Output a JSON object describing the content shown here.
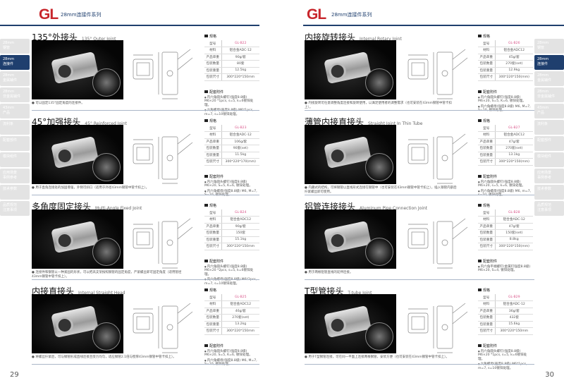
{
  "header": {
    "logo": "GL",
    "series": "28mm连接件系列"
  },
  "tabs": [
    {
      "line1": "28mm",
      "line2": "钢管"
    },
    {
      "line1": "28mm",
      "line2": "连接件",
      "active": true
    },
    {
      "line1": "28mm",
      "line2": "金属辅件"
    },
    {
      "line1": "28mm",
      "line2": "非金属辅件"
    },
    {
      "line1": "43mm",
      "line2": "产品"
    },
    {
      "line1": "流利条",
      "line2": ""
    },
    {
      "line1": "配套部件",
      "line2": ""
    },
    {
      "line1": "模块组件",
      "line2": ""
    },
    {
      "line1": "应用场景",
      "line2": "事例参考"
    },
    {
      "line1": "技术参数",
      "line2": ""
    },
    {
      "line1": "品质规范",
      "line2": "注意事项"
    }
  ],
  "spec_labels": {
    "heading": "规格",
    "accessories": "配套附件",
    "model": "型号",
    "material": "材料",
    "unit_weight": "产品单重",
    "pack_qty": "包装数量",
    "pack_weight": "包装重量",
    "pack_size": "包装尺寸"
  },
  "pages": [
    {
      "number": "29",
      "sections": [
        {
          "title": "135°外接头",
          "en": "135° Outer Joint",
          "caption": "可以固定135°固定角度的连接件。",
          "spec": [
            "GL-B22",
            "铝合金ADC-12",
            "90g/套",
            "80套",
            "12.5kg",
            "300*220*150mm"
          ],
          "acc": [
            "内六角圆头螺钉(强度8.8级) M6×20 *1pcs, s=5, k=6镀锌处理。",
            "六角螺母(强度8.8级) M6*1pcs, m=7, s=10镀锌处理。"
          ]
        },
        {
          "title": "45°加强接头",
          "en": "45° Reinforced Joint",
          "caption": "用于直角连接处的加固增强，外侧可斜口（适用于外径43mm钢管中管卡扣上）。",
          "spec": [
            "GL-B23",
            "铝合金ADC-12",
            "106g/套",
            "90套(set)",
            "11.5kg",
            "300*220*170(mm)"
          ],
          "acc": [
            "内六角圆头螺钉(强度8.8级) M6×20, S=5, K=6, 镀锌处理。",
            "内六角螺母(强度8.8级) M6, M=7, S=10, 镀锌处理。"
          ]
        },
        {
          "title": "多角度固定接头",
          "en": "Multi-Angle Fixed Joint",
          "caption": "连接件和钢管以一种紧固的形状，可以把高支架按照钢管的固定角度，严紧螺丝即可固定角度（适用管径43mm钢管中管卡扣上）。",
          "spec": [
            "GL-B24",
            "铝合金ADC12",
            "90g/套",
            "150套",
            "15.1kg",
            "300*220*150mm"
          ],
          "acc": [
            "内六角圆头螺钉(强度8.8级) M6×20 *2pcs, s=5, k=6镀锌处理。",
            "内六角螺母(强度8.8级) M6*2pcs, m=7, s=10镀锌处理。"
          ]
        },
        {
          "title": "内接直接头",
          "en": "Internal Straight Head",
          "caption": "将螺丝拧紧后，可与钢管形成直线连接且受力均匀，适应钢管2.1倍与壁厚43mm钢管中管卡扣上）。",
          "spec": [
            "GL-B25",
            "铝合金ADC12",
            "46g/套",
            "270套(set)",
            "13.2kg",
            "300*220*150mm"
          ],
          "acc": [
            "内六角圆头螺钉(强度8.8级) M6×20, S=5, K=6, 镀锌处理。",
            "内六角螺母(强度8.8级) M6, M=7, S=10, 镀锌处理。"
          ]
        }
      ]
    },
    {
      "number": "30",
      "sections": [
        {
          "title": "内接旋转接头",
          "en": "Internal Rotary Joint",
          "caption": "内接旋转可任意调整角度连接和旋转使用，以满足使用者的调整需求（也可安装在43mm钢管中管卡扣上）。",
          "spec": [
            "GL-B26",
            "铝合金ADC12",
            "45g/套",
            "270套(set)",
            "12.9kg",
            "300*220*150(mm)"
          ],
          "acc": [
            "内六角圆头螺钉(强度8.8级) M6×20, S=5, K=6, 镀锌处理。",
            "内六角螺母(强度8.8级) M6, M=7, S=10, 镀锌处理。"
          ]
        },
        {
          "title": "薄管内接直接头",
          "en": "Straight Joint In Thin Tube",
          "caption": "内藏式的结构，可将钢管以直线形式连接在钢管中（也可安装在43mm钢管中管卡扣上），插入钢管内部后拧紧螺丝即可使用。",
          "spec": [
            "GL-B27",
            "铝合金ADC12",
            "47g/套",
            "270套(set)",
            "13.1kg",
            "300*220*150(mm)"
          ],
          "acc": [
            "内六角圆头螺钉(强度8.8级) M6×20, s=5, k=6, 镀锌处理。",
            "内六角螺母(强度8.8级) M6, m=7, s=10, 镀锌处理。"
          ]
        },
        {
          "title": "铝管连接接头",
          "en": "Aluminum Pipe Connection Joint",
          "caption": "用于两根铝管直线的延伸连接。",
          "spec": [
            "GL-B28",
            "铝合金ADC-12",
            "47g/套",
            "150套(set)",
            "8.8kg",
            "300*220*150(mm)"
          ],
          "acc": [
            "内六角平端螺钉(金属钉强度8.8级) M6×20, S=4, 镀锌处理。"
          ]
        },
        {
          "title": "T型管接头",
          "en": "T-tube Joint",
          "caption": "用于T型钢管连接，可在同一平面上连接两根钢管，安装方便（也可安装在43mm钢管中管卡扣上）。",
          "spec": [
            "GL-B29",
            "铝合金ADC-12",
            "36g/套",
            "432套",
            "15.6kg",
            "300*220*150mm"
          ],
          "acc": [
            "内六角圆头螺钉(强度8.8级) M6×20 *1pcs, s=5, k=6镀锌处理。",
            "六角螺母(强度8.8级) M6*1pcs, m=7, s=10镀锌处理。"
          ]
        }
      ]
    }
  ]
}
